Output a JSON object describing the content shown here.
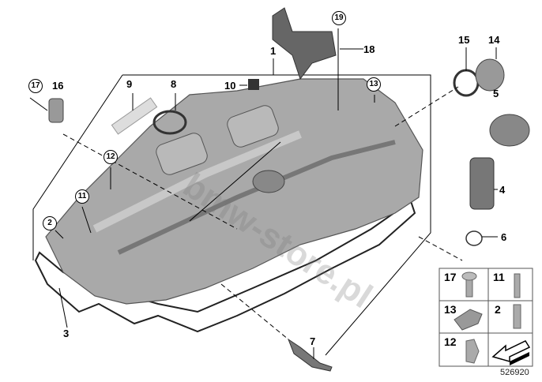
{
  "diagram": {
    "reference_number": "526920",
    "watermark": "bmw-store.pl",
    "callouts": [
      {
        "id": "1",
        "circled": false
      },
      {
        "id": "2",
        "circled": true
      },
      {
        "id": "3",
        "circled": false
      },
      {
        "id": "4",
        "circled": false
      },
      {
        "id": "5",
        "circled": false
      },
      {
        "id": "6",
        "circled": false
      },
      {
        "id": "7",
        "circled": false
      },
      {
        "id": "8",
        "circled": false
      },
      {
        "id": "9",
        "circled": false
      },
      {
        "id": "10",
        "circled": false
      },
      {
        "id": "11",
        "circled": true
      },
      {
        "id": "12",
        "circled": true
      },
      {
        "id": "13",
        "circled": true
      },
      {
        "id": "14",
        "circled": false
      },
      {
        "id": "15",
        "circled": false
      },
      {
        "id": "16",
        "circled": false
      },
      {
        "id": "17",
        "circled": true
      },
      {
        "id": "18",
        "circled": false
      },
      {
        "id": "19",
        "circled": true
      }
    ],
    "legend": [
      "17",
      "11",
      "13",
      "2",
      "12"
    ]
  }
}
